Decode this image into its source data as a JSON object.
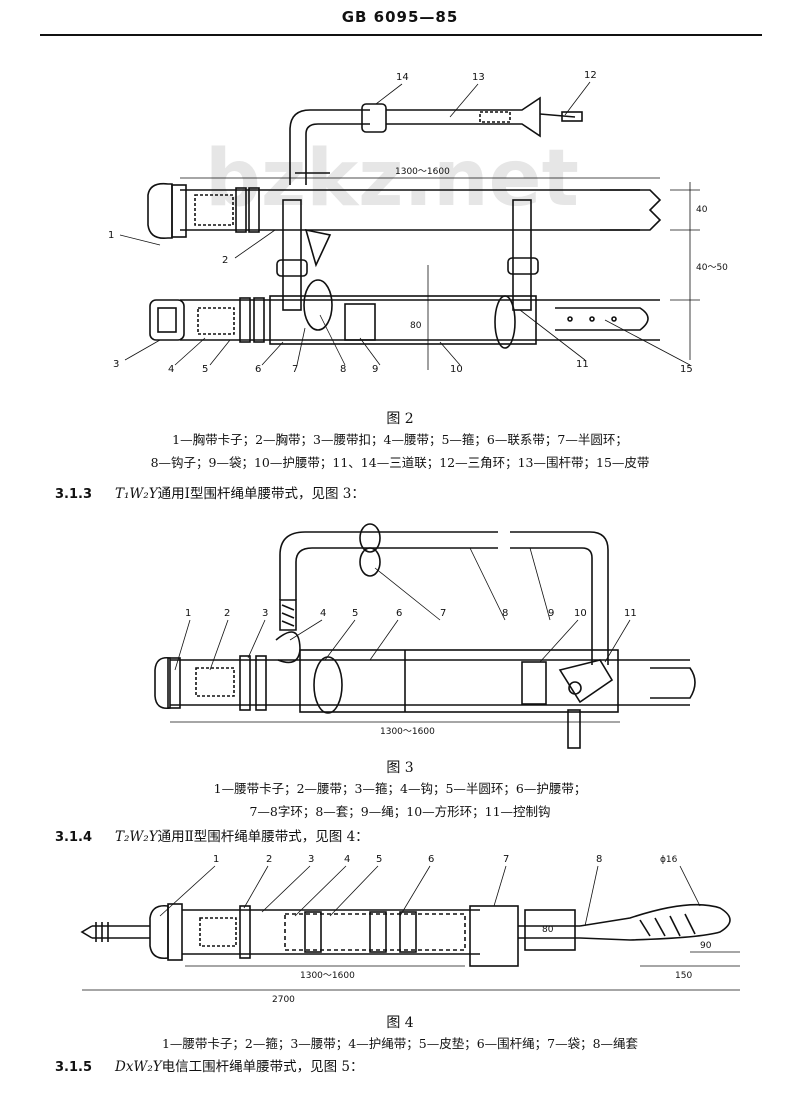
{
  "header": {
    "title": "GB 6095—85"
  },
  "watermark": "bzkz.net",
  "figure2": {
    "caption": "图 2",
    "legend_lines": [
      "1—胸带卡子；2—胸带；3—腰带扣；4—腰带；5—箍；6—联系带；7—半圆环；",
      "8—钩子；9—袋；10—护腰带；11、14—三道联；12—三角环；13—围杆带；15—皮带"
    ],
    "callouts": [
      "1",
      "2",
      "3",
      "4",
      "5",
      "6",
      "7",
      "8",
      "9",
      "10",
      "11",
      "12",
      "13",
      "14",
      "15"
    ],
    "dims": {
      "length": "1300～1600",
      "width_a": "40",
      "width_b": "40～50",
      "height": "80"
    }
  },
  "section_313": {
    "number": "3.1.3",
    "model": "T₁W₂Y",
    "text": "通用Ⅰ型围杆绳单腰带式，见图 3："
  },
  "figure3": {
    "caption": "图 3",
    "legend_lines": [
      "1—腰带卡子；2—腰带；3—箍；4—钩；5—半圆环；6—护腰带；",
      "7—8字环；8—套；9—绳；10—方形环；11—控制钩"
    ],
    "callouts": [
      "1",
      "2",
      "3",
      "4",
      "5",
      "6",
      "7",
      "8",
      "9",
      "10",
      "11"
    ],
    "dims": {
      "length": "1300～1600"
    }
  },
  "section_314": {
    "number": "3.1.4",
    "model": "T₂W₂Y",
    "text": "通用Ⅱ型围杆绳单腰带式，见图 4："
  },
  "figure4": {
    "caption": "图 4",
    "legend_lines": [
      "1—腰带卡子；2—箍；3—腰带；4—护绳带；5—皮垫；6—围杆绳；7—袋；8—绳套"
    ],
    "callouts": [
      "1",
      "2",
      "3",
      "4",
      "5",
      "6",
      "7",
      "8"
    ],
    "dims": {
      "diameter": "ϕ16",
      "length_inner": "1300～1600",
      "length_total": "2700",
      "height": "80",
      "d90": "90",
      "d150": "150"
    }
  },
  "section_315": {
    "number": "3.1.5",
    "model": "DxW₂Y",
    "text": "电信工围杆绳单腰带式，见图 5："
  }
}
